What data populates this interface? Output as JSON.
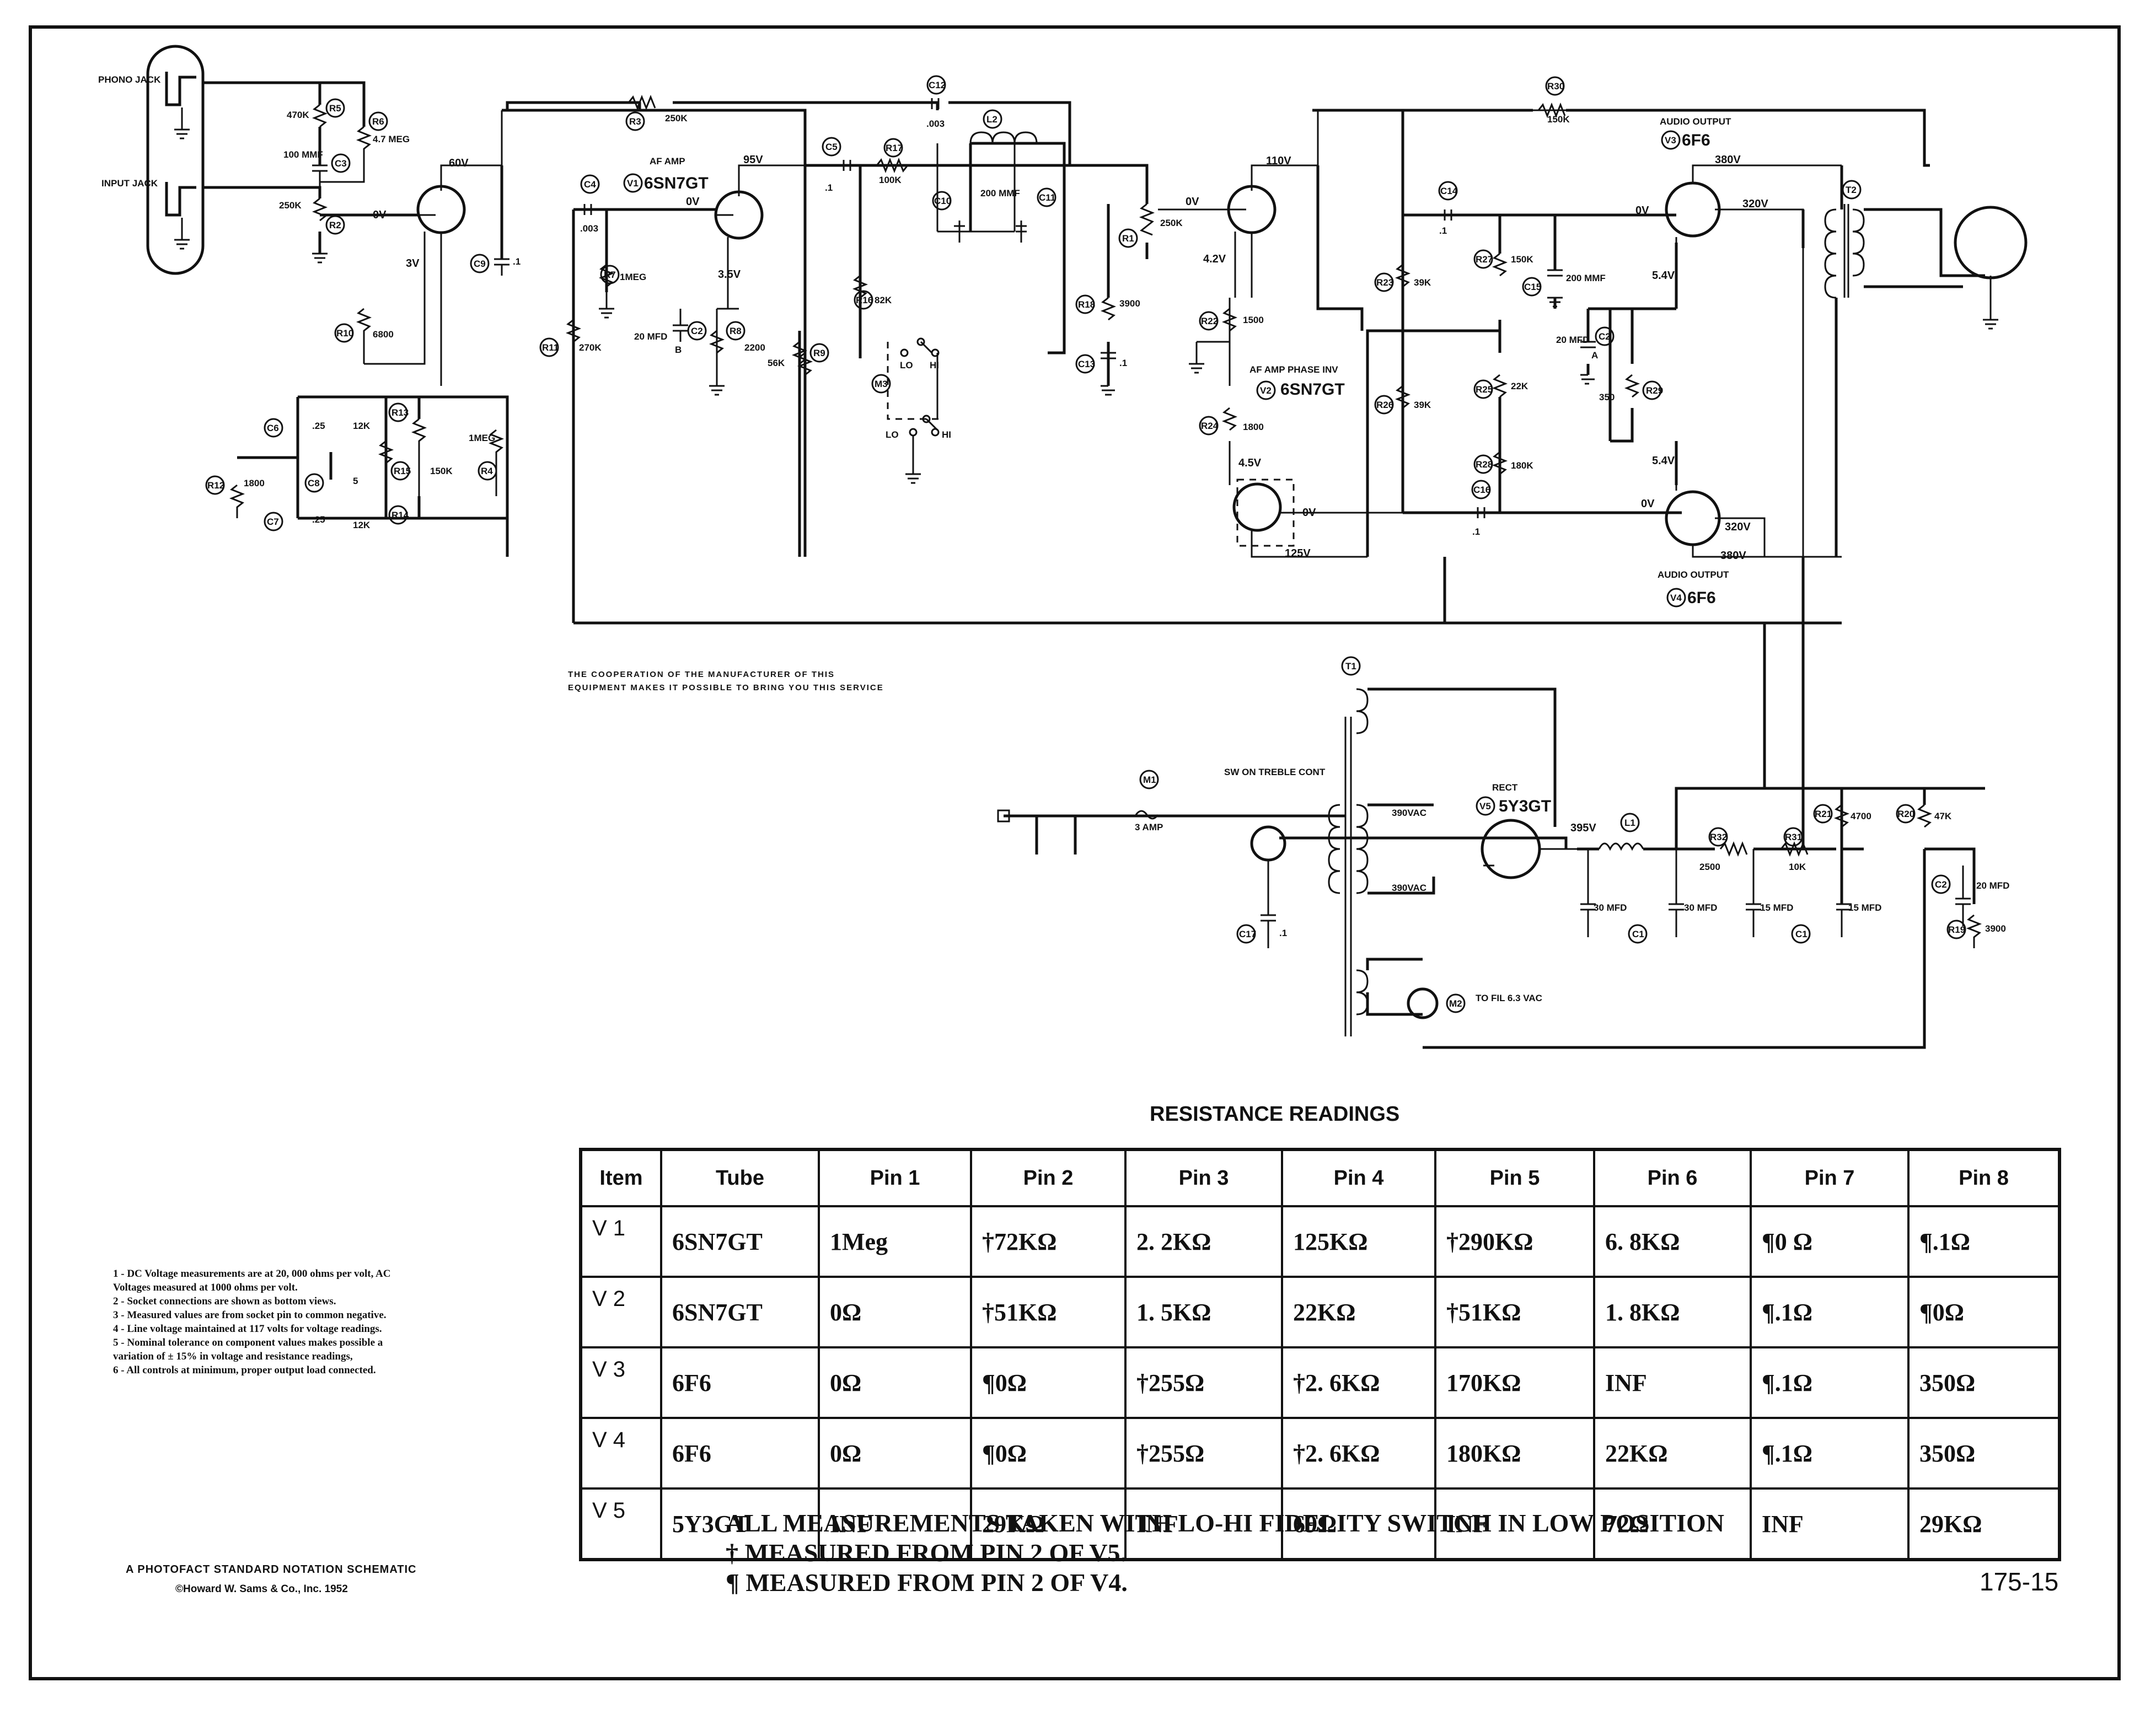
{
  "schematic_labels": {
    "phono_jack": "PHONO JACK",
    "input_jack": "INPUT JACK",
    "r5": "R5",
    "r5_value": "470K",
    "r6": "R6",
    "r6_value": "4.7 MEG",
    "c3": "C3",
    "c3_value": "100 MMF",
    "r2": "R2",
    "r2_value": "250K",
    "r3": "R3",
    "r3_value": "250K",
    "c12": "C12",
    "c12_value": ".003",
    "l2": "L2",
    "c10": "C10",
    "c11": "C11",
    "c10_c11_value": "200 MMF",
    "r17": "R17",
    "r17_value": "100K",
    "c5": "C5",
    "c5_value": ".1",
    "c4": "C4",
    "c4_value": ".003",
    "v1": "V1",
    "v1_type": "6SN7GT",
    "v1_function": "AF AMP",
    "r7": "R7",
    "r7_value": "1MEG",
    "r8": "R8",
    "r8_value": "2200",
    "c2b": "C2",
    "c2b_value": "20 MFD",
    "c2b_section": "B",
    "c9": "C9",
    "c9_value": ".1",
    "r10": "R10",
    "r10_value": "6800",
    "r11": "R11",
    "r11_value": "270K",
    "r16": "R16",
    "r16_value": "82K",
    "r9": "R9",
    "r9_value": "56K",
    "m3": "M3",
    "lo": "LO",
    "hi": "HI",
    "r1": "R1",
    "r1_value": "250K",
    "r18": "R18",
    "r18_value": "3900",
    "c13": "C13",
    "c13_value": ".1",
    "c6": "C6",
    "c6_value": ".25",
    "c7": "C7",
    "c7_value": ".25",
    "c8": "C8",
    "c8_value": "5",
    "r12": "R12",
    "r12_value": "1800",
    "r13": "R13",
    "r13_value": "12K",
    "r14": "R14",
    "r14_value": "12K",
    "r15": "R15",
    "r15_value": "150K",
    "r4": "R4",
    "r4_value": "1MEG",
    "v2": "V2",
    "v2_type": "6SN7GT",
    "v2_function": "AF AMP   PHASE INV",
    "r22": "R22",
    "r22_value": "1500",
    "r24": "R24",
    "r24_value": "1800",
    "r23": "R23",
    "r23_value": "39K",
    "r26": "R26",
    "r26_value": "39K",
    "r30": "R30",
    "r30_value": "150K",
    "c14": "C14",
    "c14_value": ".1",
    "c16": "C16",
    "c16_value": ".1",
    "r27": "R27",
    "r27_value": "150K",
    "c15": "C15",
    "c15_value": "200 MMF",
    "r25": "R25",
    "r25_value": "22K",
    "r28": "R28",
    "r28_value": "180K",
    "c2a": "C2",
    "c2a_value": "20 MFD",
    "c2a_section": "A",
    "r29": "R29",
    "r29_value": "350",
    "v3": "V3",
    "v3_type": "6F6",
    "v3_function": "AUDIO OUTPUT",
    "v4": "V4",
    "v4_type": "6F6",
    "v4_function": "AUDIO OUTPUT",
    "t2": "T2",
    "t1": "T1",
    "m1": "M1",
    "m1_value": "3 AMP",
    "sw": "SW ON TREBLE CONT",
    "c17": "C17",
    "c17_value": ".1",
    "vac_upper": "390VAC",
    "vac_lower": "390VAC",
    "v5": "V5",
    "v5_type": "5Y3GT",
    "v5_function": "RECT",
    "l1": "L1",
    "r32": "R32",
    "r32_value": "2500",
    "r31": "R31",
    "r31_value": "10K",
    "r21": "R21",
    "r21_value": "4700",
    "r20": "R20",
    "r20_value": "47K",
    "r19": "R19",
    "r19_value": "3900",
    "c1": "C1",
    "c1a_value": "30 MFD",
    "c1b_value": "30 MFD",
    "c1c_value": "15 MFD",
    "c1d_value": "15 MFD",
    "c2c": "C2",
    "c2c_value": "20 MFD",
    "m2": "M2",
    "fil": "TO FIL 6.3 VAC",
    "volts": {
      "v60": "60V",
      "v0a": "0V",
      "v3": "3V",
      "v95": "95V",
      "v0b": "0V",
      "v35": "3.5V",
      "v110": "110V",
      "v0c": "0V",
      "v42": "4.2V",
      "v45": "4.5V",
      "v0d": "0V",
      "v125": "125V",
      "v380a": "380V",
      "v320a": "320V",
      "v0e": "0V",
      "v54a": "5.4V",
      "v54b": "5.4V",
      "v0f": "0V",
      "v320b": "320V",
      "v380b": "380V",
      "v395": "395V"
    }
  },
  "cooperation_note": [
    "THE COOPERATION OF THE MANUFACTURER OF THIS",
    "EQUIPMENT MAKES IT POSSIBLE TO BRING YOU THIS SERVICE"
  ],
  "notes": [
    "1 - DC Voltage measurements are at 20, 000 ohms per volt, AC",
    "     Voltages measured at 1000 ohms per volt.",
    "2 - Socket connections are shown as bottom views.",
    "3 - Measured values are from socket pin to common negative.",
    "4 - Line voltage maintained at 117 volts for voltage readings.",
    "5 - Nominal tolerance on component values makes possible a",
    "     variation of ± 15% in voltage and resistance readings,",
    "6 - All controls at minimum, proper output load connected."
  ],
  "photofact": "A PHOTOFACT STANDARD NOTATION SCHEMATIC",
  "copyright": "©Howard W. Sams & Co., Inc. 1952",
  "doc_number": "175-15",
  "resistance_table": {
    "title": "RESISTANCE READINGS",
    "headers": [
      "Item",
      "Tube",
      "Pin 1",
      "Pin 2",
      "Pin 3",
      "Pin 4",
      "Pin 5",
      "Pin 6",
      "Pin 7",
      "Pin 8"
    ],
    "rows": [
      [
        "V 1",
        "6SN7GT",
        "1Meg",
        "†72KΩ",
        "2. 2KΩ",
        "125KΩ",
        "†290KΩ",
        "6. 8KΩ",
        "¶0 Ω",
        "¶.1Ω"
      ],
      [
        "V 2",
        "6SN7GT",
        "0Ω",
        "†51KΩ",
        "1. 5KΩ",
        "22KΩ",
        "†51KΩ",
        "1. 8KΩ",
        "¶.1Ω",
        "¶0Ω"
      ],
      [
        "V 3",
        "6F6",
        "0Ω",
        "¶0Ω",
        "†255Ω",
        "†2. 6KΩ",
        "170KΩ",
        "INF",
        "¶.1Ω",
        "350Ω"
      ],
      [
        "V 4",
        "6F6",
        "0Ω",
        "¶0Ω",
        "†255Ω",
        "†2. 6KΩ",
        "180KΩ",
        "22KΩ",
        "¶.1Ω",
        "350Ω"
      ],
      [
        "V 5",
        "5Y3GT",
        "INF",
        "29KΩ",
        "INF",
        "69Ω",
        "INF",
        "72Ω",
        "INF",
        "29KΩ"
      ]
    ],
    "footnotes": [
      "ALL MEASUREMENTS  TAKEN WITH LO-HI  FIDELITY SWITCH IN LOW POSITION",
      "† MEASURED FROM PIN 2 OF V5.",
      "¶ MEASURED FROM PIN 2 OF V4."
    ]
  }
}
